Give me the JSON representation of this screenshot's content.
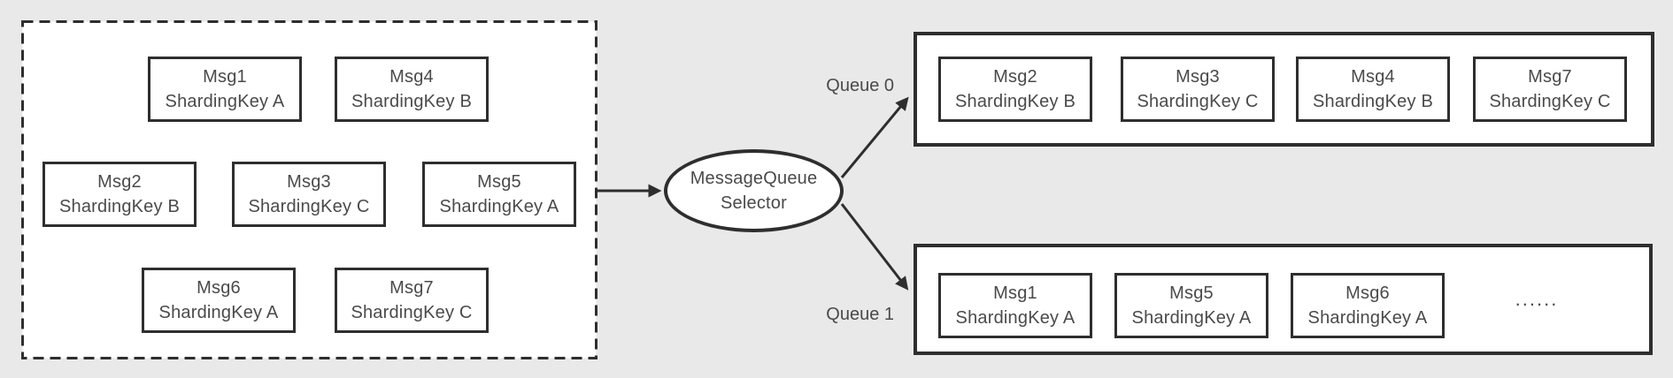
{
  "colors": {
    "background": "#e9e9e9",
    "border": "#2e2e2e",
    "text": "#4a4a4a",
    "box_fill": "#ffffff"
  },
  "source_group": {
    "messages": [
      {
        "title": "Msg1",
        "key": "ShardingKey A"
      },
      {
        "title": "Msg4",
        "key": "ShardingKey B"
      },
      {
        "title": "Msg2",
        "key": "ShardingKey B"
      },
      {
        "title": "Msg3",
        "key": "ShardingKey C"
      },
      {
        "title": "Msg5",
        "key": "ShardingKey A"
      },
      {
        "title": "Msg6",
        "key": "ShardingKey A"
      },
      {
        "title": "Msg7",
        "key": "ShardingKey C"
      }
    ]
  },
  "selector": {
    "line1": "MessageQueue",
    "line2": "Selector"
  },
  "queues": [
    {
      "label": "Queue 0",
      "messages": [
        {
          "title": "Msg2",
          "key": "ShardingKey B"
        },
        {
          "title": "Msg3",
          "key": "ShardingKey C"
        },
        {
          "title": "Msg4",
          "key": "ShardingKey B"
        },
        {
          "title": "Msg7",
          "key": "ShardingKey C"
        }
      ]
    },
    {
      "label": "Queue 1",
      "messages": [
        {
          "title": "Msg1",
          "key": "ShardingKey A"
        },
        {
          "title": "Msg5",
          "key": "ShardingKey A"
        },
        {
          "title": "Msg6",
          "key": "ShardingKey A"
        }
      ],
      "ellipsis": "......"
    }
  ]
}
